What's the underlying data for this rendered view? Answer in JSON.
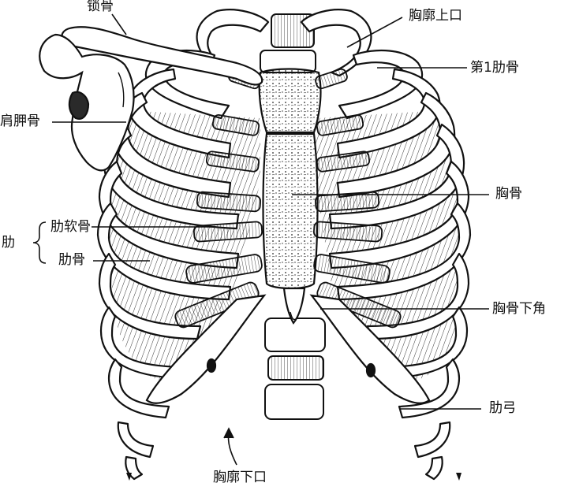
{
  "labels": {
    "clavicle": "锁骨",
    "superior_aperture": "胸廓上口",
    "first_rib": "第1肋骨",
    "scapula": "肩胛骨",
    "sternum": "胸骨",
    "rib_group": "肋",
    "costal_cartilage": "肋软骨",
    "rib": "肋骨",
    "infrasternal_angle": "胸骨下角",
    "costal_arch": "肋弓",
    "inferior_aperture": "胸廓下口"
  },
  "colors": {
    "ink": "#111111",
    "paper": "#ffffff",
    "shade": "#2a2a2a"
  }
}
